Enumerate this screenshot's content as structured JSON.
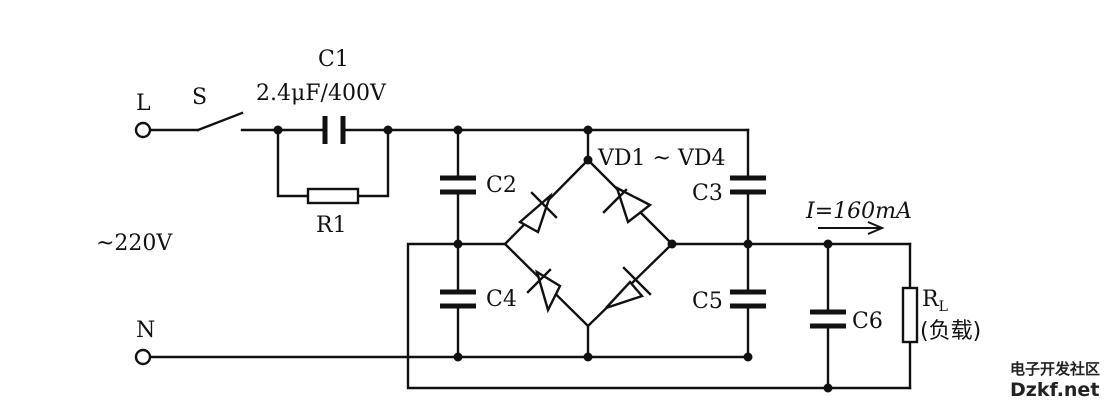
{
  "labels": {
    "line_terminal": "L",
    "neutral_terminal": "N",
    "switch": "S",
    "c1_name": "C1",
    "c1_value": "2.4μF/400V",
    "r1": "R1",
    "supply": "~220V",
    "c2": "C2",
    "c3": "C3",
    "c4": "C4",
    "c5": "C5",
    "c6": "C6",
    "bridge": "VD1 ~ VD4",
    "current": "I=160mA",
    "load_name": "R",
    "load_sub": "L",
    "load_desc": "(负载)"
  },
  "watermark": {
    "line1": "电子开发社区",
    "line2": "Dzkf.net"
  }
}
